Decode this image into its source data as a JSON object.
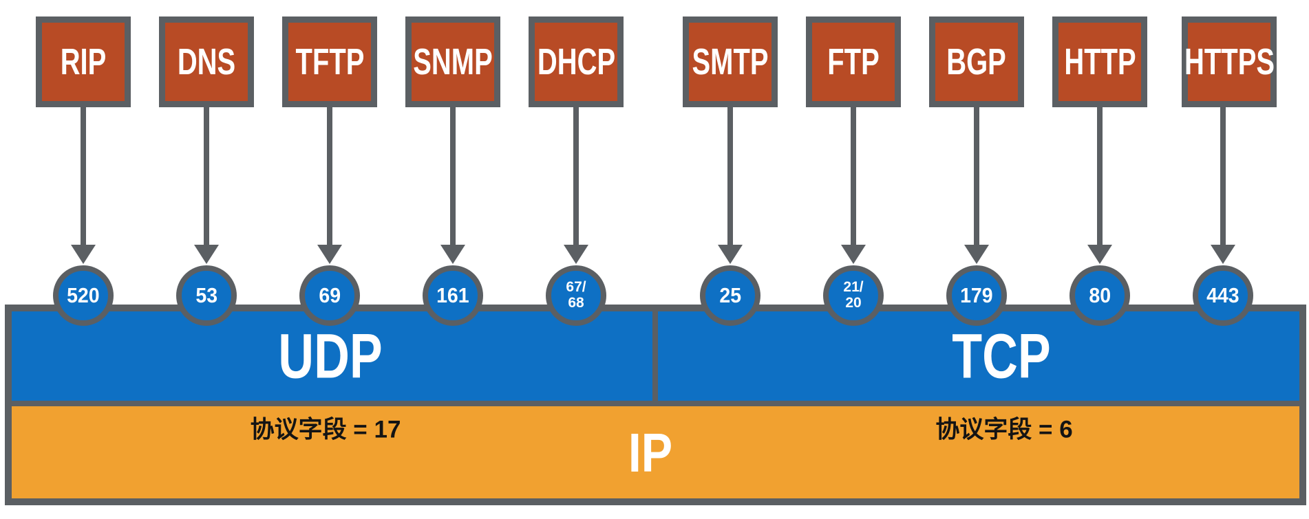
{
  "colors": {
    "box_fill": "#b84b25",
    "outline_gray": "#5b5f63",
    "transport_blue": "#0e70c4",
    "ip_orange": "#f1a130",
    "light_text": "#ffffff",
    "dark_text": "#141414"
  },
  "protocols": [
    {
      "label": "RIP",
      "port": "520"
    },
    {
      "label": "DNS",
      "port": "53"
    },
    {
      "label": "TFTP",
      "port": "69"
    },
    {
      "label": "SNMP",
      "port": "161"
    },
    {
      "label": "DHCP",
      "port": "67/68",
      "port_top": "67/",
      "port_bottom": "68"
    },
    {
      "label": "SMTP",
      "port": "25"
    },
    {
      "label": "FTP",
      "port": "21/20",
      "port_top": "21/",
      "port_bottom": "20"
    },
    {
      "label": "BGP",
      "port": "179"
    },
    {
      "label": "HTTP",
      "port": "80"
    },
    {
      "label": "HTTPS",
      "port": "443"
    }
  ],
  "transport": {
    "udp_label": "UDP",
    "tcp_label": "TCP"
  },
  "network": {
    "ip_label": "IP",
    "udp_protocol_field": "协议字段 = 17",
    "tcp_protocol_field": "协议字段 = 6"
  }
}
